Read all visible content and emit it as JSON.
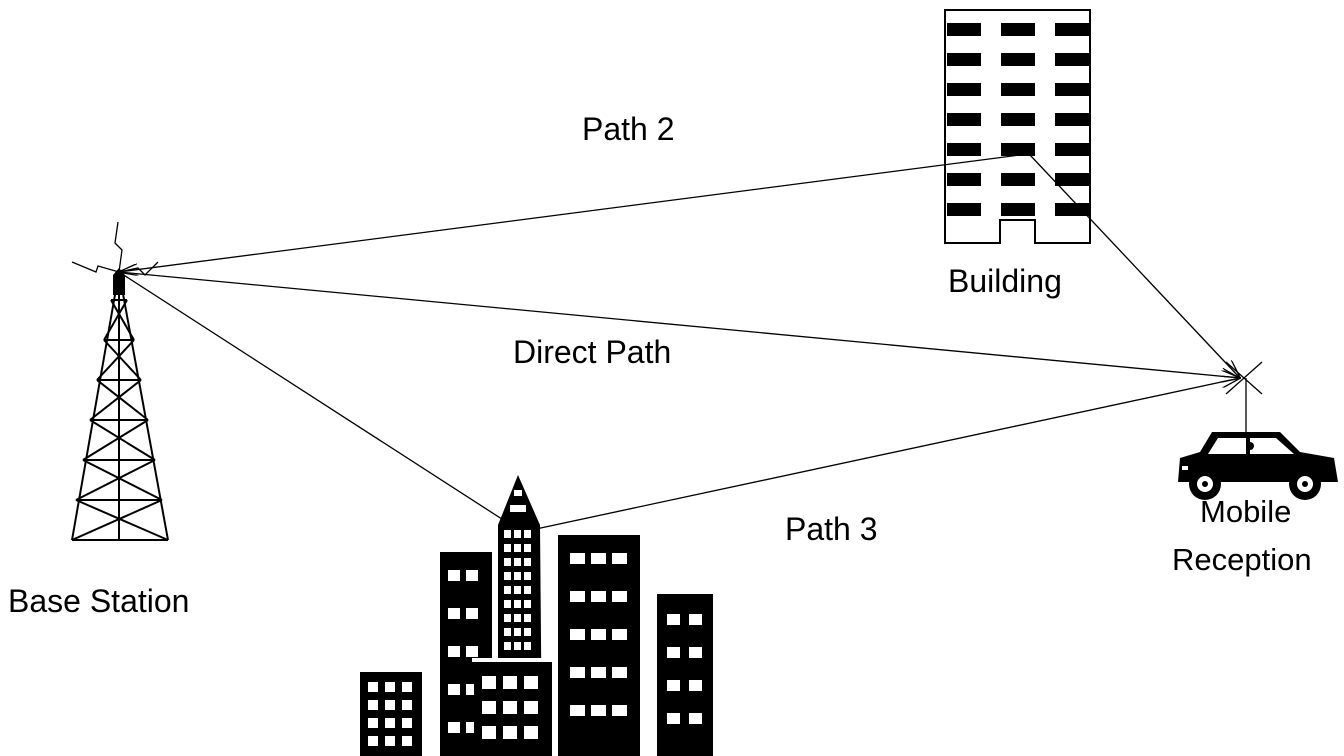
{
  "labels": {
    "path2": "Path 2",
    "direct_path": "Direct Path",
    "path3": "Path 3",
    "building": "Building",
    "base_station": "Base Station",
    "mobile_line1": "Mobile",
    "mobile_line2": "Reception"
  },
  "colors": {
    "ink": "#000000",
    "background": "#ffffff"
  }
}
